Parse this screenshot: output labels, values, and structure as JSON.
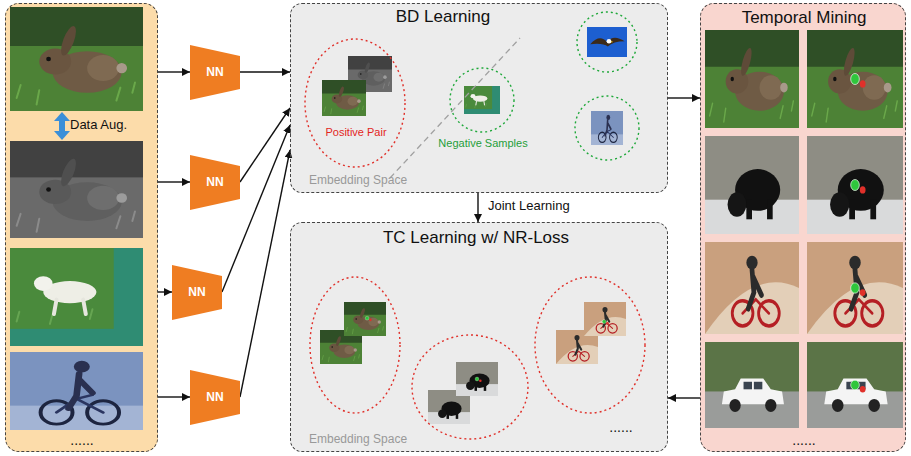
{
  "diagram": {
    "nodes": [
      {
        "text": [
          "......"
        ]
      },
      {
        "text": [
          "NN"
        ]
      },
      {
        "text": [
          "NN"
        ]
      },
      {
        "text": [
          "NN"
        ]
      },
      {
        "text": [
          "NN"
        ]
      },
      {
        "text": [
          "BD Learning",
          "Positive Pair",
          "Negative Samples",
          "Embedding Space"
        ]
      },
      {
        "text": [
          "TC Learning w/ NR-Loss",
          "Embedding Space",
          "......"
        ]
      },
      {
        "text": [
          "Temporal Mining",
          "......"
        ]
      }
    ],
    "edges": [
      {
        "from": 0,
        "to": 1,
        "arrow": "to"
      },
      {
        "from": 0,
        "to": 2,
        "arrow": "to"
      },
      {
        "from": 0,
        "to": 3,
        "arrow": "to"
      },
      {
        "from": 0,
        "to": 4,
        "arrow": "to"
      },
      {
        "from": 1,
        "to": 5,
        "arrow": "to"
      },
      {
        "from": 2,
        "to": 5,
        "arrow": "to"
      },
      {
        "from": 3,
        "to": 5,
        "arrow": "to"
      },
      {
        "from": 4,
        "to": 5,
        "arrow": "to"
      },
      {
        "from": 5,
        "to": 7,
        "arrow": "to"
      },
      {
        "from": 5,
        "to": 6,
        "label": "Joint Learning",
        "arrow": "to"
      },
      {
        "from": 7,
        "to": 6,
        "arrow": "to"
      }
    ],
    "labels": [
      "Data Aug."
    ]
  }
}
